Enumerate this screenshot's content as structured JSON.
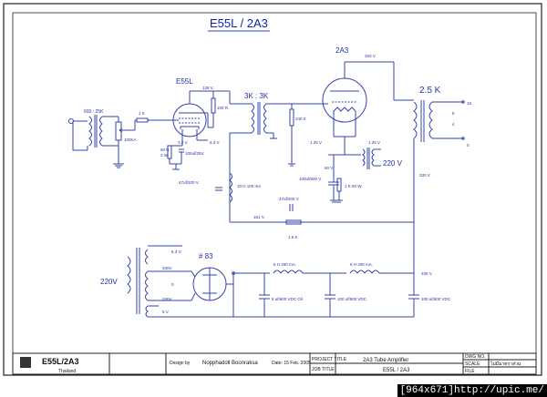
{
  "title": "E55L / 2A3",
  "tubes": {
    "driver": "E55L",
    "output": "2A3",
    "rectifier": "# 83"
  },
  "labels": {
    "in_tx": "600 : 25K",
    "vol": "100KA",
    "r_1k": "1 K",
    "plate_v": "128 V.",
    "plate_r": "100 R.",
    "k_v": "3.2 V.",
    "cath_r": "60 R.",
    "cath_w": "2 W.",
    "cath_c": "100uf/25V.",
    "k2_v": "6.3 V.",
    "ic_tx": "3K : 3K",
    "grid_r": "240 K",
    "b_plus": "320 V.",
    "out_tx": "2.5 K",
    "fil_l": "1.25 V",
    "fil_r": "1.25 V",
    "fil_ac": "220 V",
    "bias_v": "50 V",
    "bias_c": "100uf/500 V.",
    "bias_r": "1 K 50 W.",
    "choke1": "10 H 100 mA",
    "c_47": "47uf/200 V.",
    "c_47b": "47uf/200 V.",
    "v161": "161 V.",
    "r_16k": "1.6 K",
    "v330a": "330 V",
    "tap16": "16",
    "tap8": "8",
    "tap4": "4",
    "tap0": "0",
    "v220": "220V",
    "t63": "6.3 V.",
    "t330a": "330V",
    "t0": "0",
    "t330b": "330V",
    "t5": "5 V.",
    "ch_a": "6 H 200 mA.",
    "ch_b": "6 H 200 mA.",
    "v330b": "330 V.",
    "c_8": "8 uf/600 VDC  Oil",
    "c_100a": "100 uf/500 VDC",
    "c_100b": "100 uf/500 VDC"
  },
  "title_block": {
    "name": "E55L/2A3",
    "country": "Thailand",
    "design_by_label": "Design by",
    "designer": "Nopphadoll  Boonraksa",
    "date": "Date: 15 Feb. 2005",
    "project_label": "PROJECT TITLE",
    "project": "2A3  Tube  Amplifier",
    "job_label": "JOB TITLE",
    "job": "E55L / 2A3",
    "dwg_label": "DWG NO.",
    "scale_label": "SCALE",
    "scale": "ไม่มีมาตราส่วน",
    "file_label": "FILE"
  },
  "watermark": "[964x671]http://upic.me/"
}
